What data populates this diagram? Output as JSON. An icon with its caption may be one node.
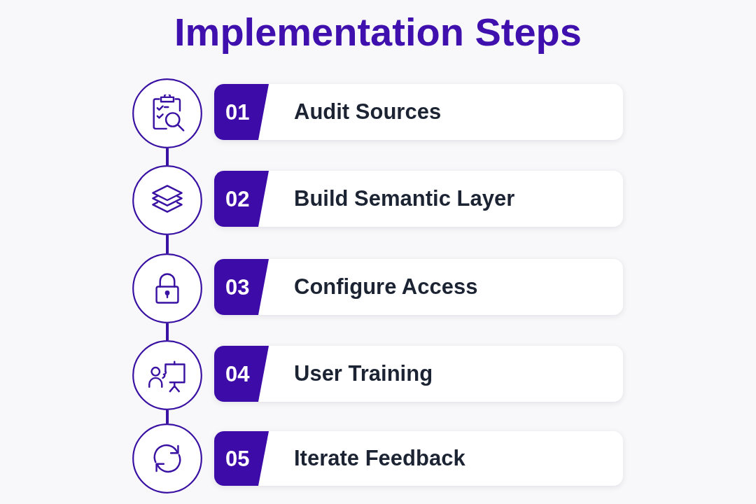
{
  "diagram": {
    "title": "Implementation Steps",
    "nodes": [
      {
        "text": [],
        "shape": "circle"
      },
      {
        "text": [
          "Audit Sources"
        ]
      },
      {
        "text": [
          "01"
        ],
        "in": 1
      },
      {
        "text": [],
        "shape": "circle"
      },
      {
        "text": [
          "Build Semantic Layer"
        ]
      },
      {
        "text": [
          "02"
        ],
        "in": 4
      },
      {
        "text": [],
        "shape": "circle"
      },
      {
        "text": [
          "Configure Access"
        ]
      },
      {
        "text": [
          "03"
        ],
        "in": 7
      },
      {
        "text": [],
        "shape": "circle"
      },
      {
        "text": [
          "User Training"
        ]
      },
      {
        "text": [
          "04"
        ],
        "in": 10
      },
      {
        "text": [],
        "shape": "circle"
      },
      {
        "text": [
          "Iterate Feedback"
        ]
      },
      {
        "text": [
          "05"
        ],
        "in": 13
      }
    ],
    "edges": [
      {
        "from": 0,
        "to": 3,
        "arrow": "none"
      },
      {
        "from": 3,
        "to": 6,
        "arrow": "none"
      },
      {
        "from": 6,
        "to": 9,
        "arrow": "none"
      },
      {
        "from": 9,
        "to": 12,
        "arrow": "none"
      }
    ]
  }
}
